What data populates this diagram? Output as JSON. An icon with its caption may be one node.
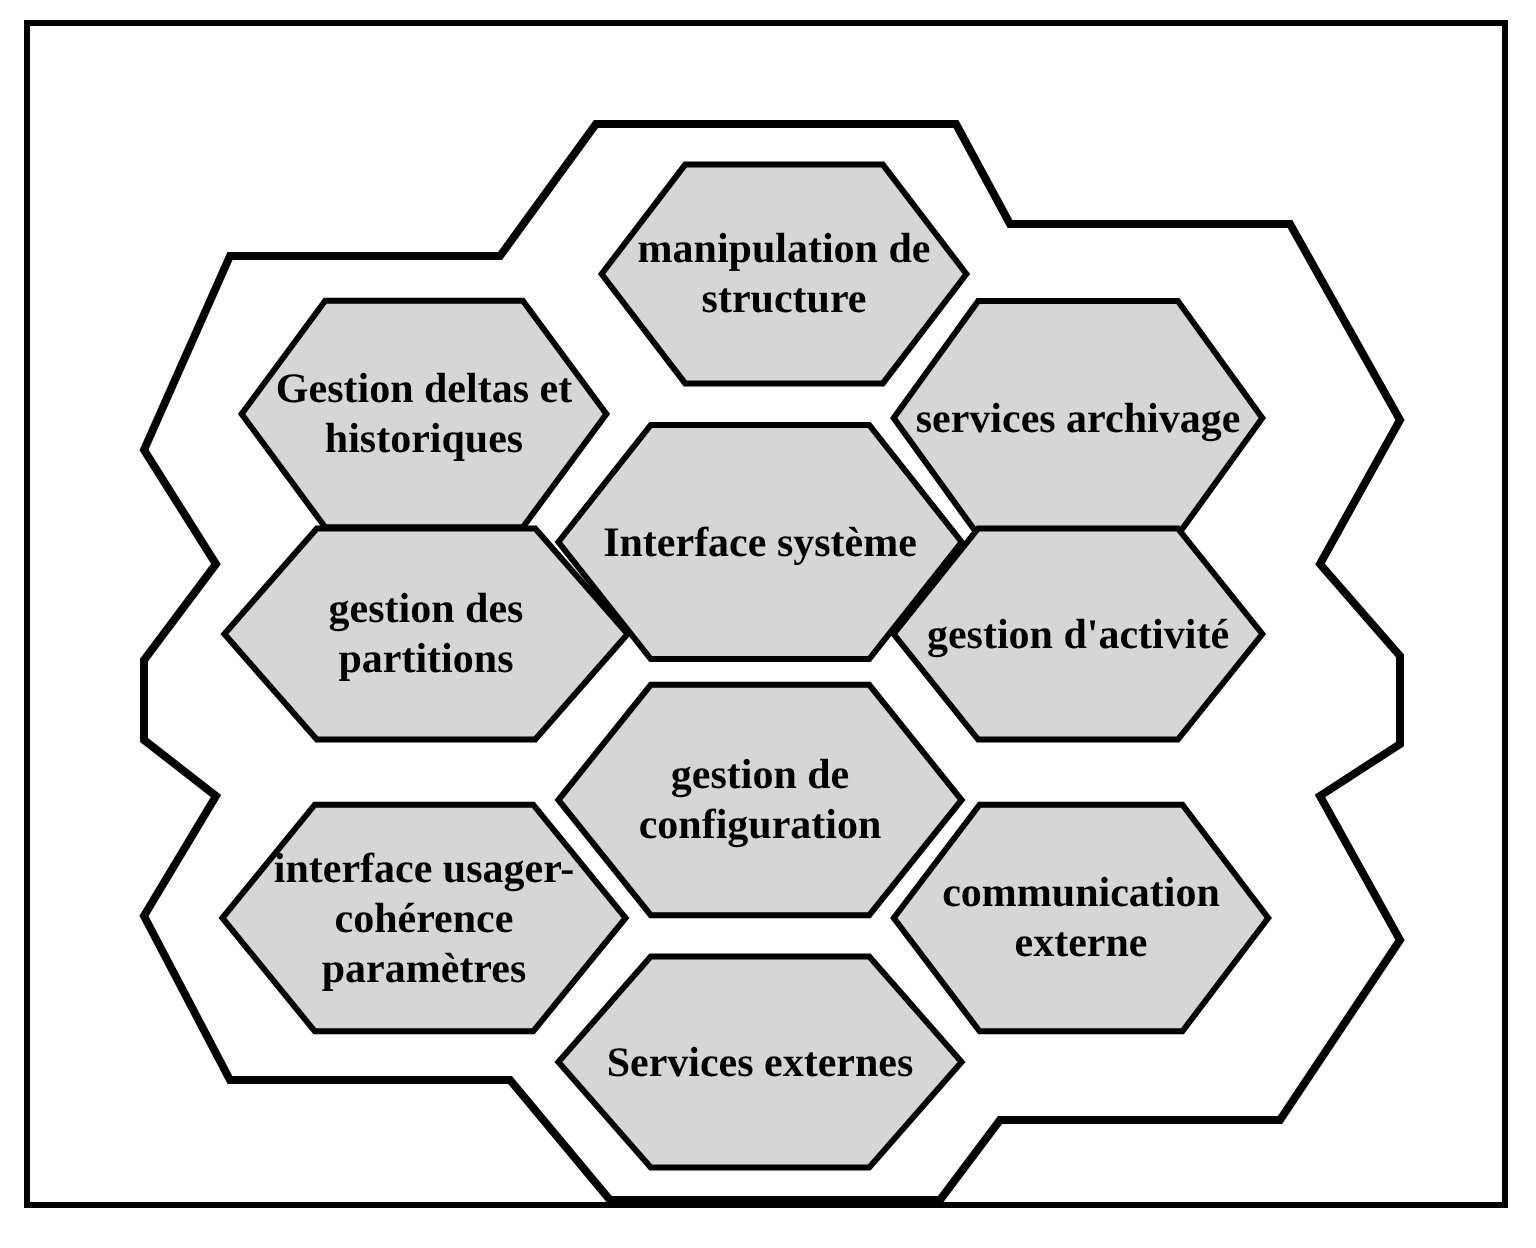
{
  "diagram": {
    "nodes": [
      {
        "text": [
          "manipulation de structure"
        ]
      },
      {
        "text": [
          "Gestion deltas et historiques"
        ]
      },
      {
        "text": [
          "services archivage"
        ]
      },
      {
        "text": [
          "Interface système"
        ]
      },
      {
        "text": [
          "gestion des partitions"
        ]
      },
      {
        "text": [
          "gestion d'activité"
        ]
      },
      {
        "text": [
          "gestion de configuration"
        ]
      },
      {
        "text": [
          "interface usager-cohérence paramètres"
        ]
      },
      {
        "text": [
          "communication externe"
        ]
      },
      {
        "text": [
          "Services externes"
        ]
      }
    ]
  }
}
